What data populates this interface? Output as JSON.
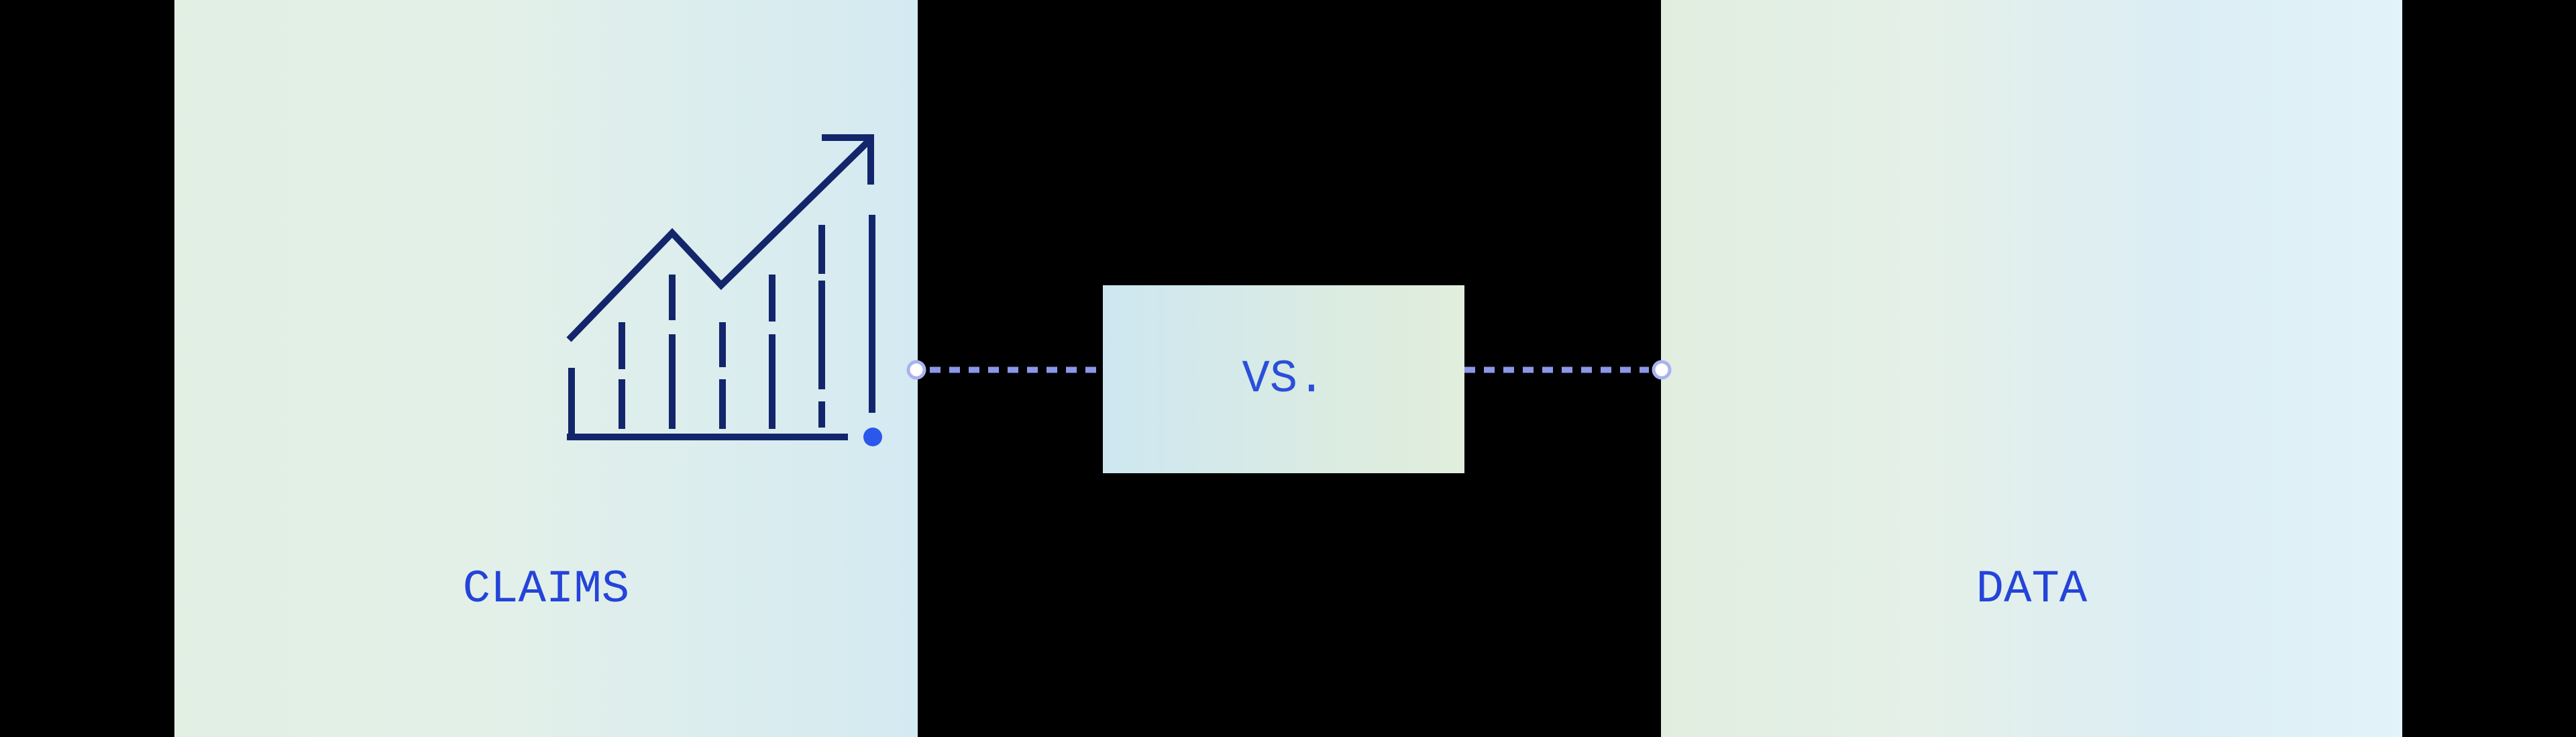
{
  "graphic": {
    "description": "Claims versus Data comparison banner",
    "panels": {
      "left": {
        "label": "CLAIMS",
        "icon": "trend-chart-icon"
      },
      "right": {
        "label": "DATA",
        "icon": "magnifier-icon"
      }
    },
    "divider": {
      "label": "VS."
    }
  },
  "colors": {
    "background": "#000000",
    "icon_navy": "#13266b",
    "label_blue": "#2444d9",
    "vs_blue": "#2b4fd9",
    "accent_dot_blue": "#2b58ea",
    "dash_line": "#8b97e8",
    "endpoint_ring": "#a9b2ef",
    "endpoint_fill": "#ffffff",
    "panel_left_gradient_start": "#e2efe3",
    "panel_left_gradient_end": "#d4eaf2",
    "panel_right_gradient_start": "#e1eedf",
    "panel_right_gradient_end": "#e2f3f9",
    "vs_box_gradient_start": "#cde7f1",
    "vs_box_gradient_end": "#e1eedd"
  }
}
